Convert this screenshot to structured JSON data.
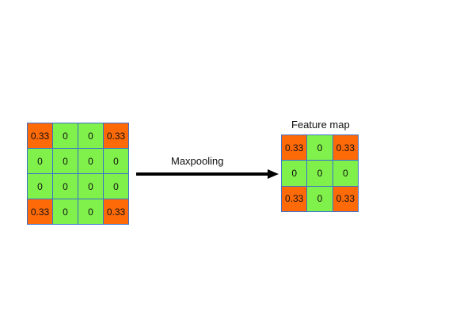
{
  "input_grid": [
    [
      "0.33",
      "0",
      "0",
      "0.33"
    ],
    [
      "0",
      "0",
      "0",
      "0"
    ],
    [
      "0",
      "0",
      "0",
      "0"
    ],
    [
      "0.33",
      "0",
      "0",
      "0.33"
    ]
  ],
  "operation": {
    "label": "Maxpooling"
  },
  "feature_map": {
    "title": "Feature map",
    "grid": [
      [
        "0.33",
        "0",
        "0.33"
      ],
      [
        "0",
        "0",
        "0"
      ],
      [
        "0.33",
        "0",
        "0.33"
      ]
    ]
  },
  "colors": {
    "nonzero_cell": "#ff6a08",
    "zero_cell": "#80f04a",
    "cell_border": "#3a6fd0",
    "arrow": "#000000"
  }
}
